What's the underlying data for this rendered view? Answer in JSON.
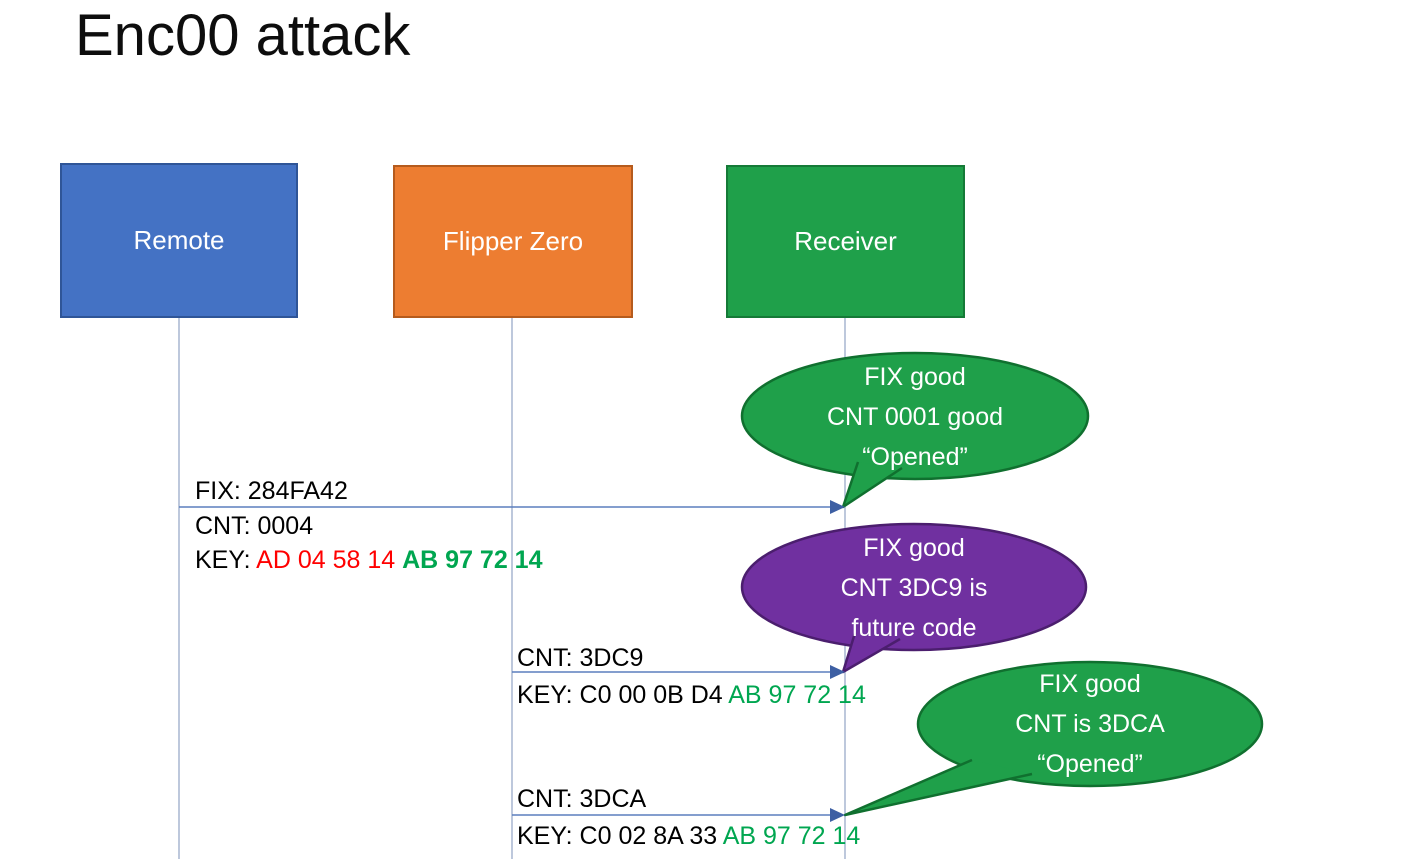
{
  "title": "Enc00 attack",
  "actors": {
    "remote": {
      "label": "Remote",
      "fill": "#4472C4",
      "border": "#2F5597"
    },
    "flipper": {
      "label": "Flipper Zero",
      "fill": "#ED7D31",
      "border": "#B55B1D"
    },
    "receiver": {
      "label": "Receiver",
      "fill": "#1FA04A",
      "border": "#157A37"
    }
  },
  "messages": {
    "msg1": {
      "fix": "FIX: 284FA42",
      "cnt": "CNT: 0004",
      "key_prefix": "KEY: ",
      "key_changing": "AD 04 58 14 ",
      "key_fixed": "AB 97 72 14"
    },
    "msg2": {
      "cnt": "CNT: 3DC9",
      "key_prefix": "KEY: C0 00 0B D4 ",
      "key_fixed": "AB 97 72 14"
    },
    "msg3": {
      "cnt": "CNT: 3DCA",
      "key_prefix": "KEY: C0 02 8A 33 ",
      "key_fixed": "AB 97 72 14"
    }
  },
  "bubbles": {
    "bubble1": {
      "line1": "FIX good",
      "line2": "CNT 0001 good",
      "line3": "“Opened”",
      "fill": "#1FA04A",
      "border": "#10702F"
    },
    "bubble2": {
      "line1": "FIX good",
      "line2": "CNT 3DC9 is",
      "line3": "future code",
      "fill": "#7030A0",
      "border": "#4B1E6E"
    },
    "bubble3": {
      "line1": "FIX good",
      "line2": "CNT is 3DCA",
      "line3": "“Opened”",
      "fill": "#1FA04A",
      "border": "#10702F"
    }
  },
  "colors": {
    "key_changing_red": "#FF0000",
    "key_fixed_green": "#00A650",
    "arrow": "#5B7FBD",
    "arrow_head": "#3D5FA3",
    "lifeline": "#9AABC9"
  }
}
